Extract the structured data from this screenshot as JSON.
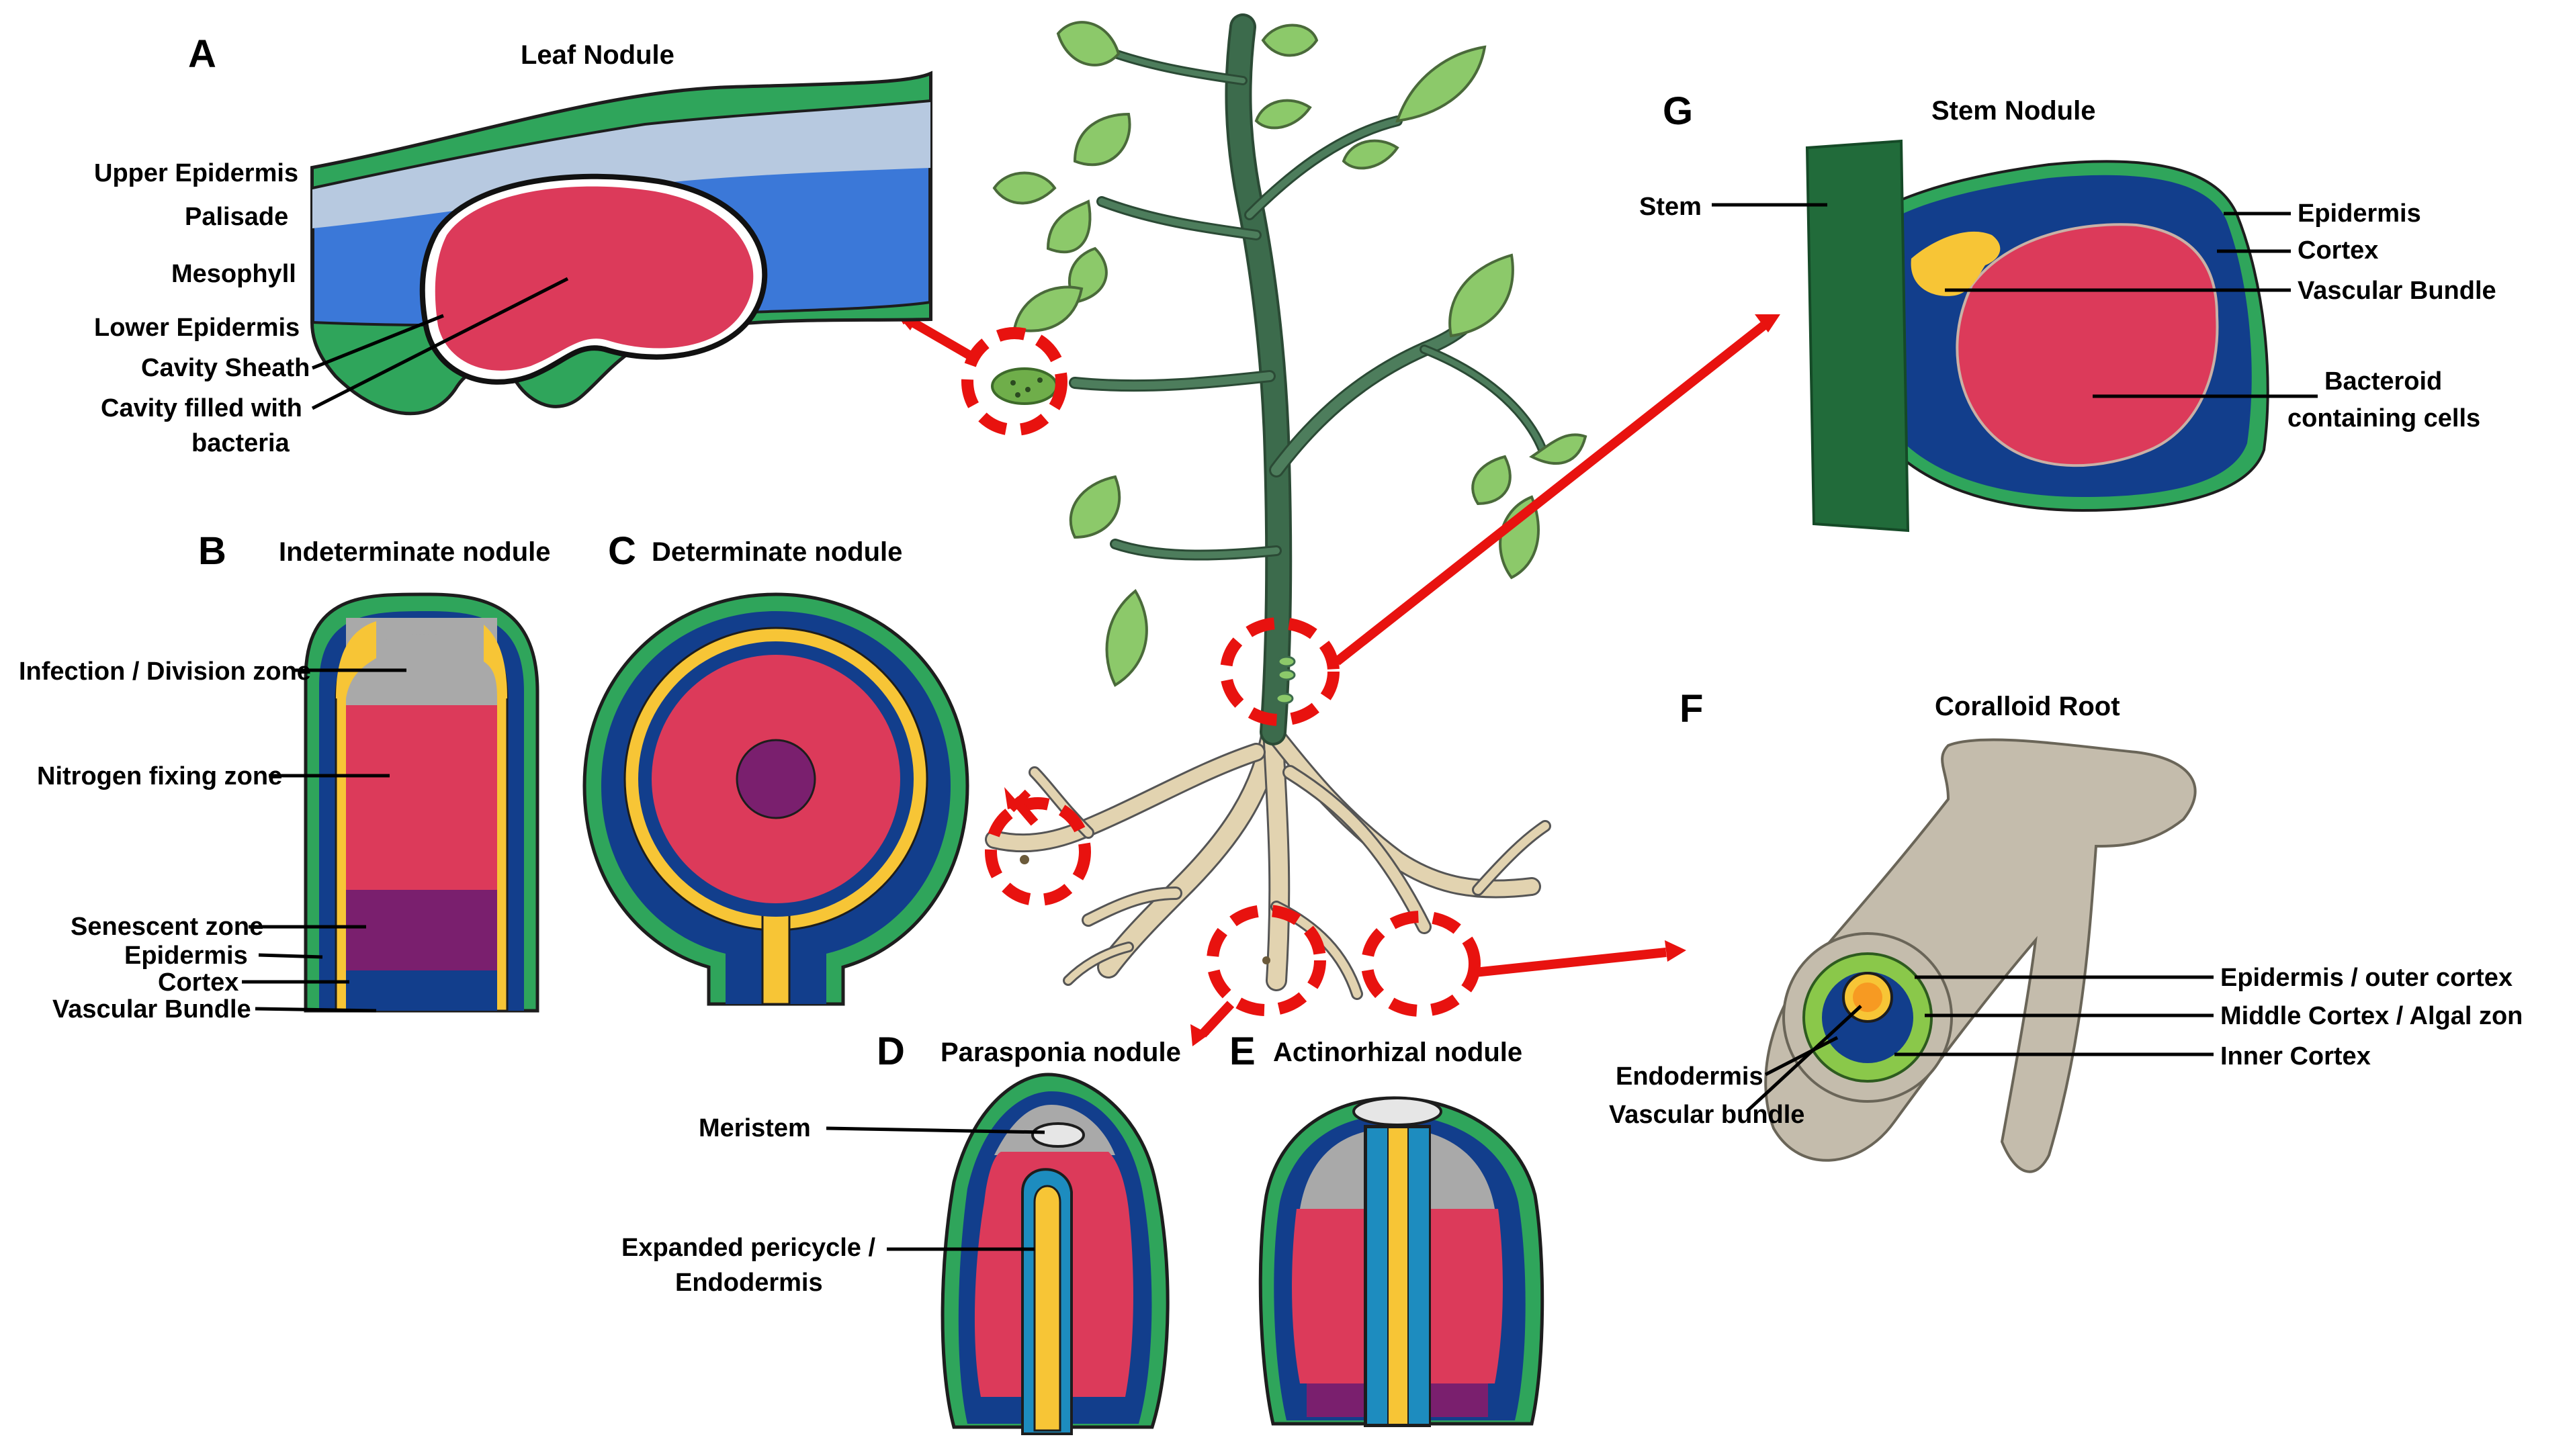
{
  "panels": {
    "a": {
      "letter": "A",
      "title": "Leaf Nodule",
      "labels": {
        "upper_epidermis": "Upper Epidermis",
        "palisade": "Palisade",
        "mesophyll": "Mesophyll",
        "lower_epidermis": "Lower Epidermis",
        "cavity_sheath": "Cavity Sheath",
        "cavity_bacteria_1": "Cavity filled with",
        "cavity_bacteria_2": "bacteria"
      }
    },
    "b": {
      "letter": "B",
      "title": "Indeterminate nodule",
      "labels": {
        "infection": "Infection / Division zone",
        "nitrogen": "Nitrogen fixing zone",
        "senescent": "Senescent zone",
        "epidermis": "Epidermis",
        "cortex": "Cortex",
        "vascular": "Vascular Bundle"
      }
    },
    "c": {
      "letter": "C",
      "title": "Determinate nodule"
    },
    "d": {
      "letter": "D",
      "title": "Parasponia nodule",
      "labels": {
        "meristem": "Meristem",
        "pericycle_1": "Expanded pericycle /",
        "pericycle_2": "Endodermis"
      }
    },
    "e": {
      "letter": "E",
      "title": "Actinorhizal nodule"
    },
    "f": {
      "letter": "F",
      "title": "Coralloid Root",
      "labels": {
        "epi_outer": "Epidermis / outer cortex",
        "middle": "Middle Cortex / Algal zon",
        "inner": "Inner Cortex",
        "endodermis": "Endodermis",
        "vascular": "Vascular bundle"
      }
    },
    "g": {
      "letter": "G",
      "title": "Stem Nodule",
      "labels": {
        "stem": "Stem",
        "epidermis": "Epidermis",
        "cortex": "Cortex",
        "vascular": "Vascular Bundle",
        "bacteroid_1": "Bacteroid",
        "bacteroid_2": "containing cells"
      }
    }
  },
  "colors": {
    "epidermis_green": "#2fa55b",
    "cortex_blue": "#123e8c",
    "mesophyll_blue": "#3b78d8",
    "palisade_blue": "#b7c9e0",
    "bacteria_red": "#dc3a5a",
    "vascular_yellow": "#f7c536",
    "senescent_purple": "#7a1f6e",
    "meristem_gray": "#a9a9a9",
    "leaf_green": "#8cc96a",
    "stem_green": "#3c6b4c",
    "root_tan": "#e2d3b0",
    "coralloid_gray": "#c4bcac",
    "arrow_red": "#e8120f",
    "stem_dark_green": "#216b3a",
    "algal_green": "#8ac84a",
    "pericycle_teal": "#1d8cbf"
  }
}
